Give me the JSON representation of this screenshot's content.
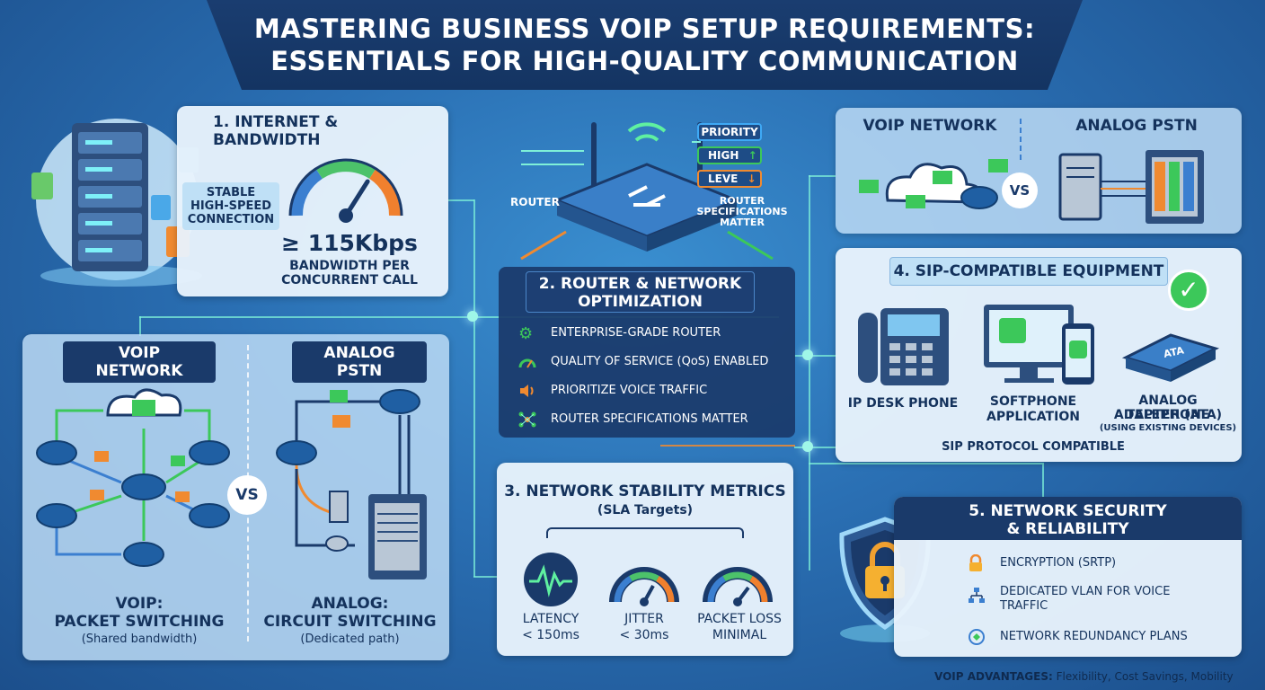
{
  "title": {
    "line1": "MASTERING BUSINESS VOIP SETUP REQUIREMENTS:",
    "line2": "ESSENTIALS FOR HIGH-QUALITY COMMUNICATION"
  },
  "internet": {
    "heading": "1. INTERNET & BANDWIDTH",
    "stable_line1": "STABLE",
    "stable_line2": "HIGH-SPEED",
    "stable_line3": "CONNECTION",
    "bandwidth_value": "≥ 115Kbps",
    "bandwidth_line1": "BANDWIDTH PER",
    "bandwidth_line2": "CONCURRENT CALL",
    "gauge_level": 0.68
  },
  "router": {
    "label": "ROUTER",
    "priority": "PRIORITY",
    "high": "HIGH",
    "leve": "LEVE",
    "specs_line1": "ROUTER",
    "specs_line2": "SPECIFICATIONS",
    "specs_line3": "MATTER",
    "heading_line1": "2. ROUTER & NETWORK",
    "heading_line2": "OPTIMIZATION",
    "items": [
      {
        "text": "ENTERPRISE-GRADE ROUTER",
        "icon": "gear-icon"
      },
      {
        "text": "QUALITY OF SERVICE (QoS) ENABLED",
        "icon": "speedometer-icon"
      },
      {
        "text": "PRIORITIZE VOICE TRAFFIC",
        "icon": "speaker-icon"
      },
      {
        "text": "ROUTER SPECIFICATIONS MATTER",
        "icon": "network-nodes-icon"
      }
    ]
  },
  "comparison_left": {
    "voip_tag": "VOIP NETWORK",
    "analog_tag": "ANALOG PSTN",
    "vs": "VS",
    "voip_line1": "VOIP:",
    "voip_line2": "PACKET SWITCHING",
    "voip_line3": "(Shared bandwidth)",
    "analog_line1": "ANALOG:",
    "analog_line2": "CIRCUIT SWITCHING",
    "analog_line3": "(Dedicated path)"
  },
  "comparison_right": {
    "voip_tag": "VOIP NETWORK",
    "analog_tag": "ANALOG PSTN",
    "vs": "VS"
  },
  "stability": {
    "heading": "3. NETWORK STABILITY METRICS",
    "subheading": "(SLA Targets)",
    "metrics": [
      {
        "label": "LATENCY",
        "value": "< 150ms"
      },
      {
        "label": "JITTER",
        "value": "< 30ms"
      },
      {
        "label": "PACKET LOSS",
        "value": "MINIMAL"
      }
    ]
  },
  "sip": {
    "heading": "4. SIP-COMPATIBLE EQUIPMENT",
    "desk_phone": "IP DESK PHONE",
    "softphone_line1": "SOFTPHONE",
    "softphone_line2": "APPLICATION",
    "ata_line1": "ANALOG TELEPHONE",
    "ata_line2": "ADAPTER (ATA)",
    "ata_line3": "(USING EXISTING DEVICES)",
    "ata_badge": "ATA",
    "footer": "SIP PROTOCOL COMPATIBLE"
  },
  "security": {
    "heading_line1": "5. NETWORK SECURITY",
    "heading_line2": "& RELIABILITY",
    "items": [
      {
        "text": "ENCRYPTION (SRTP)",
        "icon": "lock-icon"
      },
      {
        "text_line1": "DEDICATED VLAN FOR VOICE",
        "text_line2": "TRAFFIC",
        "icon": "vlan-icon"
      },
      {
        "text": "NETWORK REDUNDANCY PLANS",
        "icon": "redundancy-icon"
      }
    ]
  },
  "footer": {
    "label": "VOIP ADVANTAGES:",
    "text": "Flexibility, Cost Savings, Mobility"
  },
  "colors": {
    "navy": "#1a3a6a",
    "accent_green": "#3cc85a",
    "accent_orange": "#f08a30",
    "glow_line": "#7ef0d8"
  }
}
